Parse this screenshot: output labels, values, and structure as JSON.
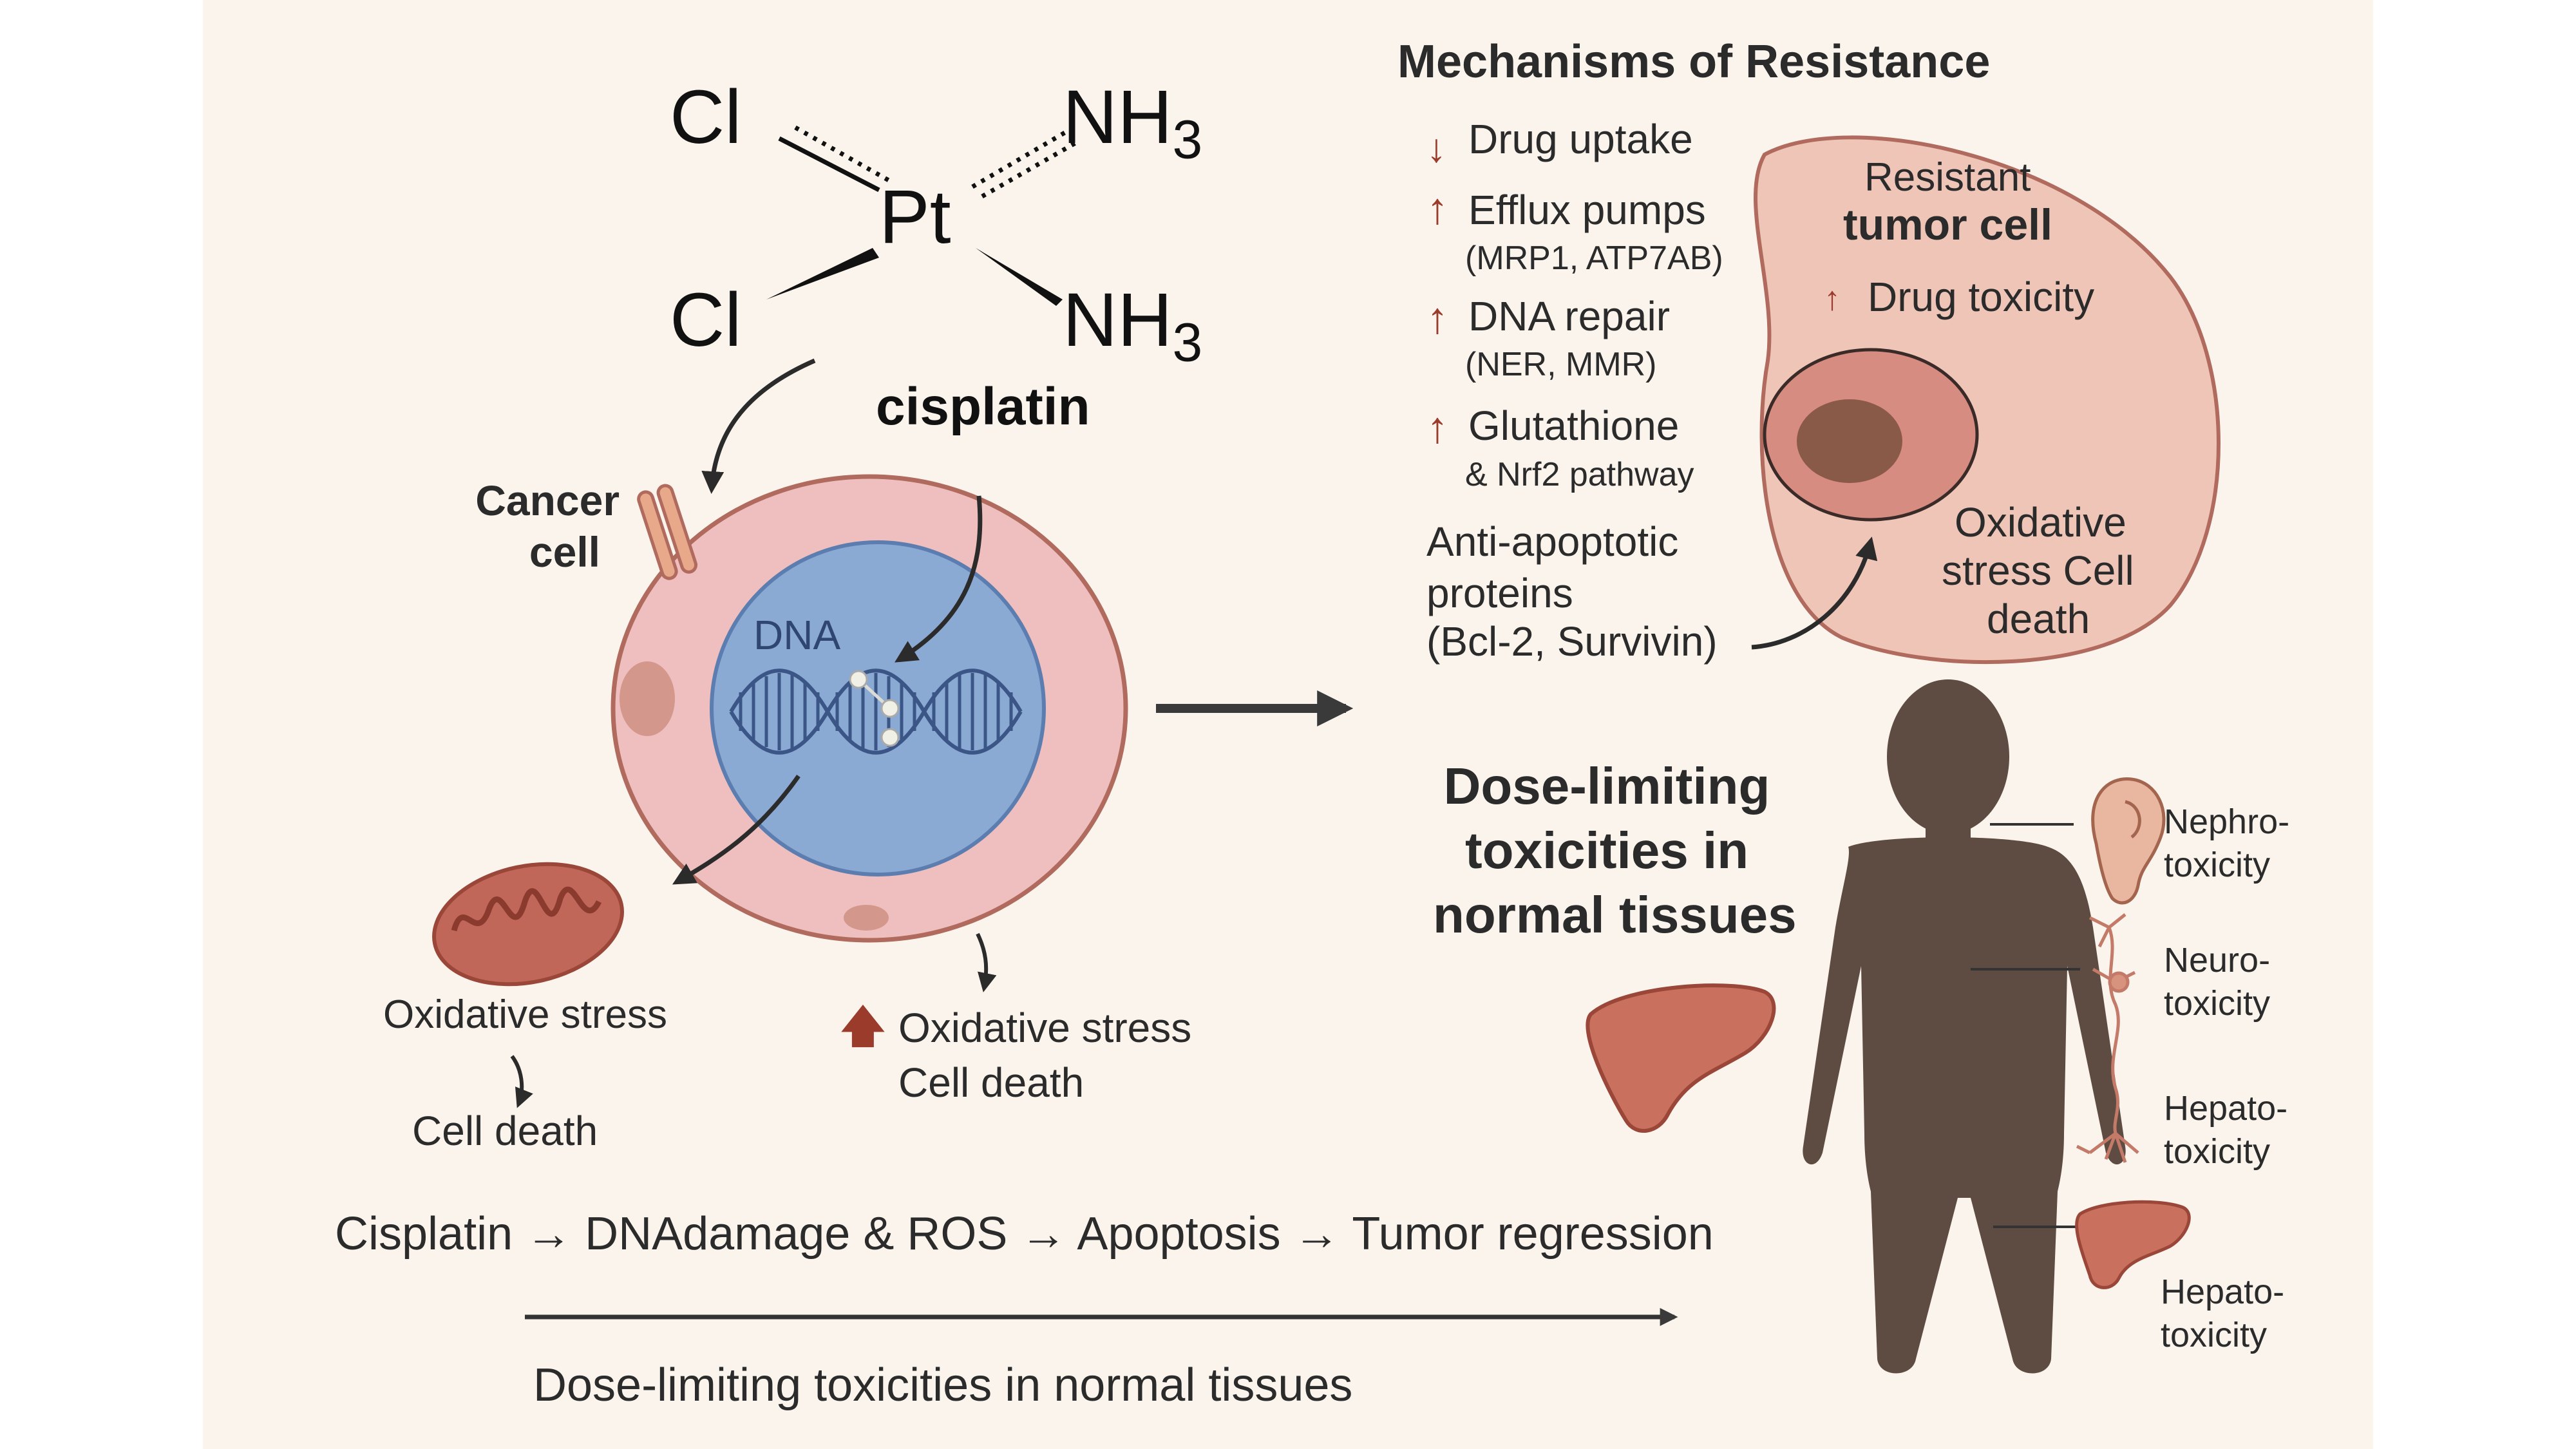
{
  "molecule": {
    "cl_top": "Cl",
    "cl_bottom": "Cl",
    "metal": "Pt",
    "ligand_top": "NH",
    "ligand_top_sub": "3",
    "ligand_bottom": "NH",
    "ligand_bottom_sub": "3",
    "name": "cisplatin"
  },
  "cancer_cell": {
    "label_line1": "Cancer",
    "label_line2": "cell",
    "dna_label": "DNA",
    "mito_effect": "Oxidative stress",
    "mito_outcome": "Cell death",
    "nucleus_effect_line1": "Oxidative stress",
    "nucleus_effect_line2": "Cell death"
  },
  "resistance": {
    "title": "Mechanisms of Resistance",
    "items": [
      {
        "direction": "down",
        "label": "Drug uptake",
        "detail": ""
      },
      {
        "direction": "up",
        "label": "Efflux pumps",
        "detail": "(MRP1, ATP7AB)"
      },
      {
        "direction": "up",
        "label": "DNA repair",
        "detail": "(NER, MMR)"
      },
      {
        "direction": "up",
        "label": "Glutathione",
        "detail": "& Nrf2 pathway"
      }
    ],
    "anti_apoptotic_line1": "Anti-apoptotic",
    "anti_apoptotic_line2": "proteins",
    "anti_apoptotic_line3": "(Bcl-2, Survivin)"
  },
  "resistant_cell": {
    "label_line1": "Resistant",
    "label_line2": "tumor cell",
    "drug_toxicity": "Drug toxicity",
    "stress_line1": "Oxidative",
    "stress_line2": "stress  Cell",
    "stress_line3": "death"
  },
  "toxicity": {
    "title_line1": "Dose-limiting",
    "title_line2": "toxicities in",
    "title_line3": "normal tissues",
    "labels": [
      {
        "line1": "Nephro-",
        "line2": "toxicity",
        "icon": "ear-icon"
      },
      {
        "line1": "Neuro-",
        "line2": "toxicity",
        "icon": "nerve-icon"
      },
      {
        "line1": "Hepato-",
        "line2": "toxicity",
        "icon": "nerve-icon"
      },
      {
        "line1": "Hepato-",
        "line2": "toxicity",
        "icon": "liver-icon"
      }
    ]
  },
  "pathway": {
    "flow": "Cisplatin → DNAdamage & ROS → Apoptosis →  Tumor regression",
    "footer": "Dose-limiting toxicities in normal tissues"
  },
  "colors": {
    "panel": "#faf4ec",
    "cell_membrane": "#b06a5e",
    "cell_fill": "#eebfbe",
    "nucleus": "#8aa9d3",
    "resistant_fill": "#efc5b7",
    "body": "#5e4c43",
    "accent_arrow": "#9a3b2b"
  }
}
